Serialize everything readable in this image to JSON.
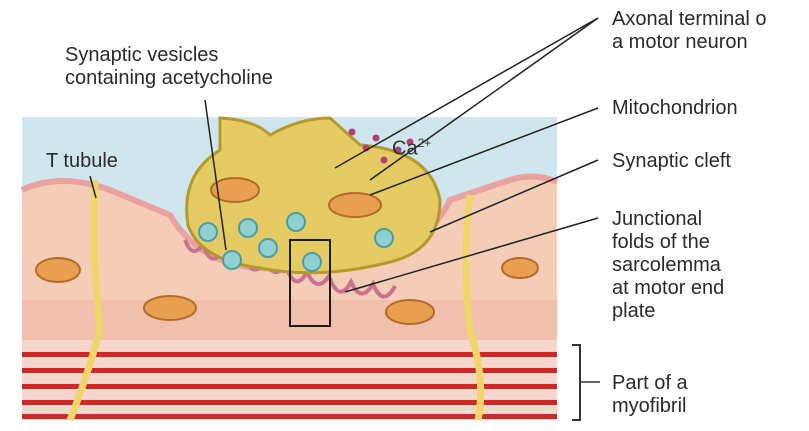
{
  "labels": {
    "synaptic_vesicles": [
      "Synaptic vesicles",
      "containing acetycholine"
    ],
    "t_tubule": "T tubule",
    "calcium": "Ca",
    "calcium_charge": "2+",
    "axonal_terminal": [
      "Axonal terminal o",
      "a motor neuron"
    ],
    "mitochondrion": "Mitochondrion",
    "synaptic_cleft": "Synaptic cleft",
    "junctional_folds": [
      "Junctional",
      "folds of the",
      "sarcolemma",
      "at motor end",
      "plate"
    ],
    "myofibril": [
      "Part of a",
      "myofibril"
    ]
  },
  "colors": {
    "background_fluid": "#cfe6ee",
    "muscle_fiber": "#f4cdb6",
    "sarcolemma": "#e9a2a0",
    "terminal": "#e5cb63",
    "terminal_outline": "#b39a2c",
    "mitochondrion": "#e8a050",
    "vesicle": "#8fcfd0",
    "t_tubule": "#f0d56a",
    "myofibril_band": "#cc2a26",
    "calcium_ion": "#b0407a"
  }
}
